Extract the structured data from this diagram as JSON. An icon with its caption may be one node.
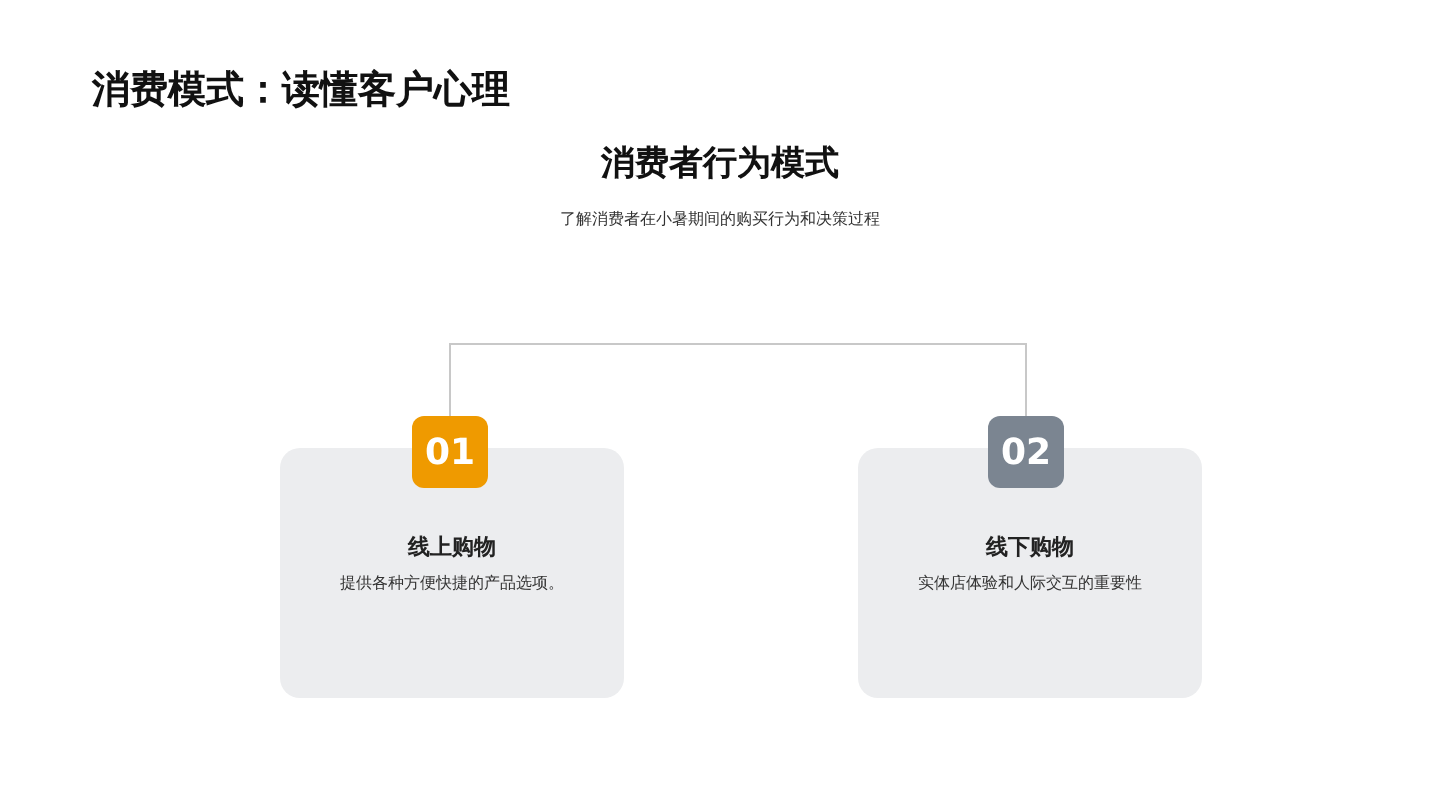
{
  "diagram": {
    "title": "消费模式：读懂客户心理",
    "nodes": [
      {
        "text": [
          "01"
        ]
      },
      {
        "text": [
          "线上购物",
          "提供各种方便快捷的产品选项。"
        ]
      },
      {
        "text": [
          "02"
        ]
      },
      {
        "text": [
          "线下购物",
          "实体店体验和人际交互的重要性"
        ]
      }
    ],
    "edges": [
      {
        "from": 0,
        "to": 2,
        "arrow": "none"
      }
    ],
    "labels": [
      "消费者行为模式",
      "了解消费者在小暑期间的购买行为和决策过程"
    ]
  }
}
